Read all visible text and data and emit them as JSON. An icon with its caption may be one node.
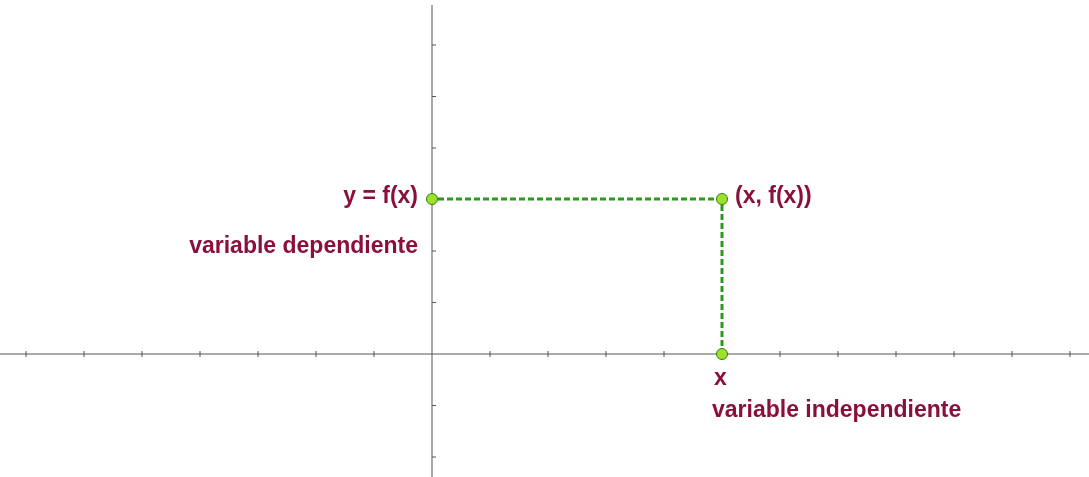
{
  "diagram": {
    "nodes": [
      {
        "text": [],
        "shape": "circle",
        "beside": [
          "y = f(x)",
          "variable dependiente"
        ]
      },
      {
        "text": [],
        "shape": "circle",
        "beside": [
          "(x, f(x))"
        ]
      },
      {
        "text": [],
        "shape": "circle",
        "beside": [
          "x",
          "variable independiente"
        ]
      }
    ],
    "edges": [
      {
        "from": 0,
        "to": 1,
        "arrow": "none",
        "style": "dashed"
      },
      {
        "from": 1,
        "to": 2,
        "arrow": "none",
        "style": "dashed"
      }
    ]
  }
}
